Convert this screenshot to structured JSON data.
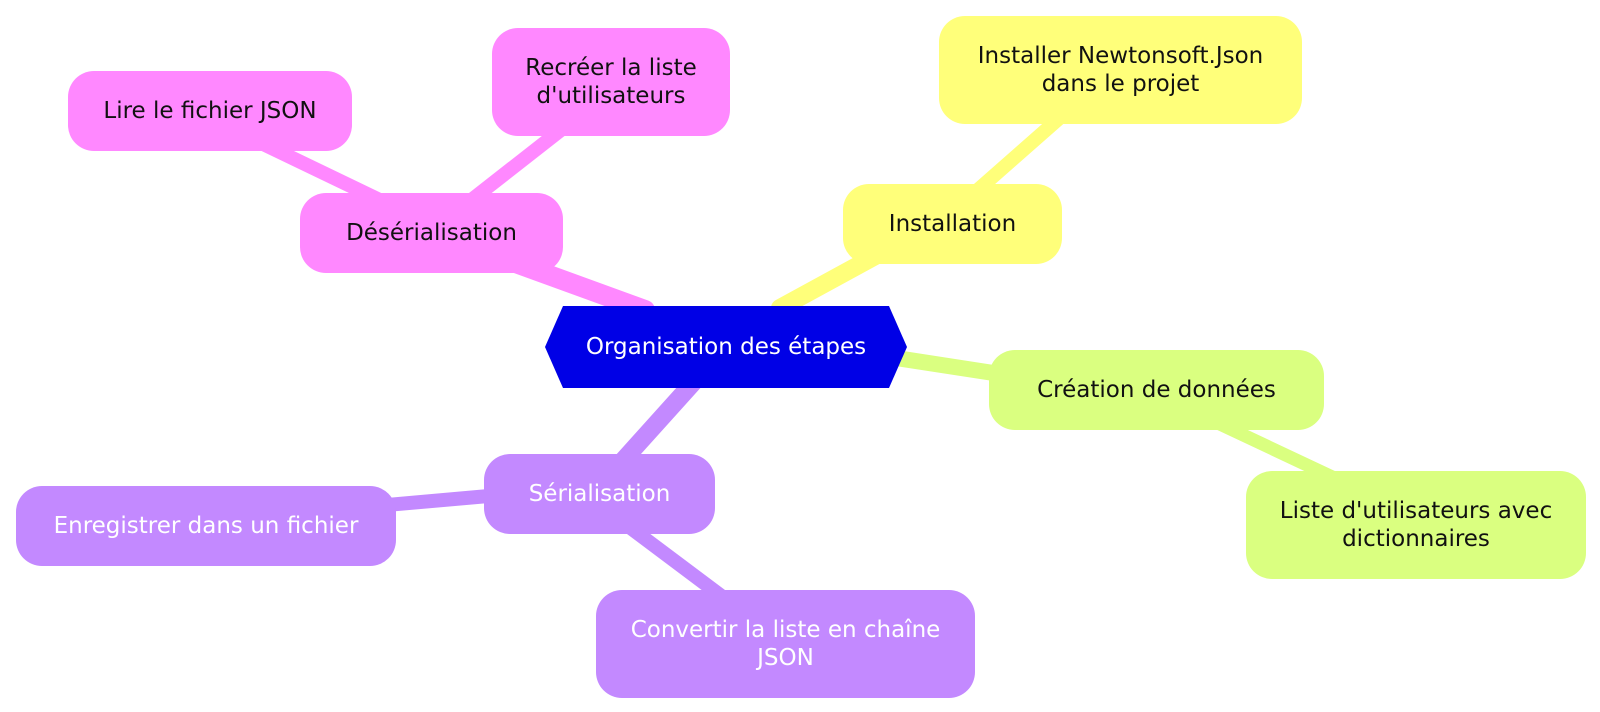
{
  "colors": {
    "root": "#0000E6",
    "deserialisation": "#FF88FF",
    "installation": "#FFFF7A",
    "creation": "#DAFF80",
    "serialisation": "#C389FF",
    "root_text": "#FFFFFF"
  },
  "root": {
    "label": "Organisation des étapes"
  },
  "branches": {
    "deserialisation": {
      "label": "Désérialisation",
      "children": [
        "Lire le fichier JSON",
        "Recréer la liste d'utilisateurs"
      ]
    },
    "installation": {
      "label": "Installation",
      "children": [
        "Installer Newtonsoft.Json dans le projet"
      ]
    },
    "creation": {
      "label": "Création de données",
      "children": [
        "Liste d'utilisateurs avec dictionnaires"
      ]
    },
    "serialisation": {
      "label": "Sérialisation",
      "children": [
        "Enregistrer dans un fichier",
        "Convertir la liste en chaîne JSON"
      ]
    }
  }
}
